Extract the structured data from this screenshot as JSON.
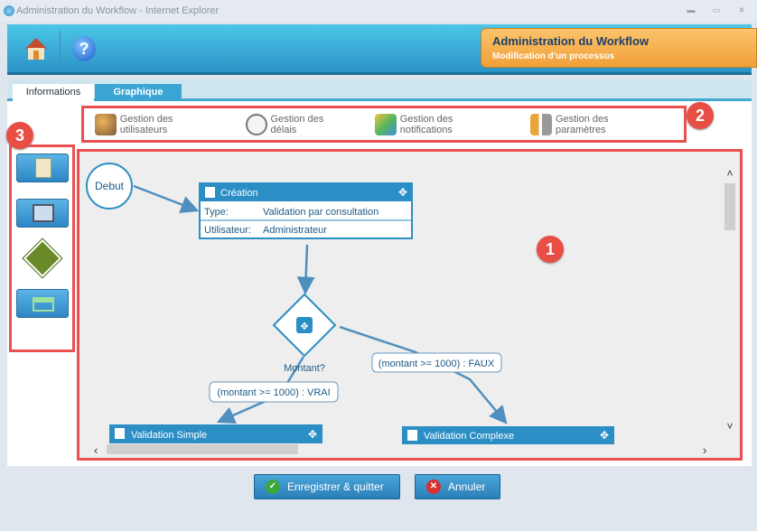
{
  "window": {
    "title": "Administration du Workflow - Internet Explorer"
  },
  "header": {
    "title": "Administration du Workflow",
    "subtitle": "Modification d'un processus"
  },
  "tabs": [
    {
      "label": "Informations"
    },
    {
      "label": "Graphique",
      "active": true
    }
  ],
  "toolbar": {
    "items": [
      {
        "label": "Gestion des utilisateurs",
        "icon": "users-icon"
      },
      {
        "label": "Gestion des délais",
        "icon": "stopwatch-icon"
      },
      {
        "label": "Gestion des notifications",
        "icon": "notifications-icon"
      },
      {
        "label": "Gestion des paramètres",
        "icon": "tools-icon"
      }
    ]
  },
  "palette": {
    "items": [
      "task-icon",
      "computer-icon",
      "decision-icon",
      "subprocess-icon"
    ]
  },
  "badges": {
    "canvas": "1",
    "toolbar": "2",
    "palette": "3"
  },
  "diagram": {
    "start": "Debut",
    "creation": {
      "title": "Création",
      "type_label": "Type:",
      "type_value": "Validation par consultation",
      "user_label": "Utilisateur:",
      "user_value": "Administrateur"
    },
    "decision": "Montant?",
    "cond_true": "(montant >= 1000) : VRAI",
    "cond_false": "(montant >= 1000) : FAUX",
    "simple": "Validation Simple",
    "complexe": "Validation Complexe"
  },
  "buttons": {
    "save": "Enregistrer & quitter",
    "cancel": "Annuler"
  },
  "colors": {
    "accent": "#2b8ec4",
    "highlight": "#e9504f",
    "header_orange": "#f1a03a"
  }
}
